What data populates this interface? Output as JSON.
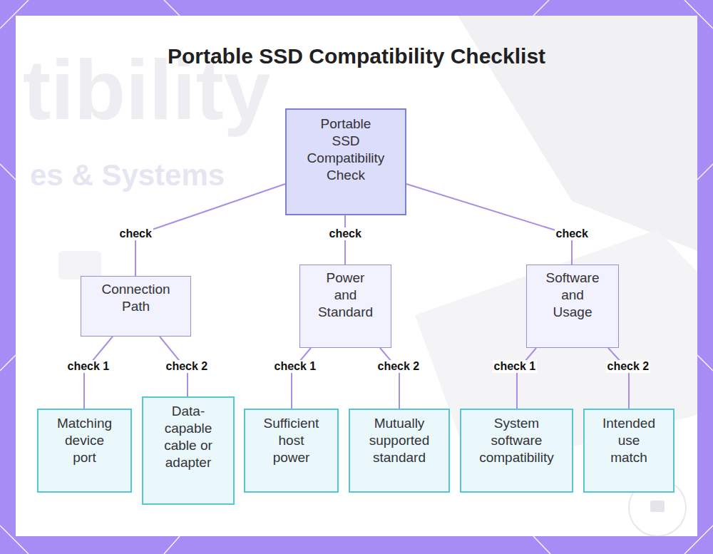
{
  "diagram": {
    "title": "Portable SSD Compatibility Checklist",
    "nodes": [
      {
        "text": [
          "Portable SSD Compatibility Check"
        ]
      },
      {
        "text": [
          "Connection Path"
        ]
      },
      {
        "text": [
          "Power and Standard"
        ]
      },
      {
        "text": [
          "Software and Usage"
        ]
      },
      {
        "text": [
          "Matching device port"
        ]
      },
      {
        "text": [
          "Data-capable cable or adapter"
        ]
      },
      {
        "text": [
          "Sufficient host power"
        ]
      },
      {
        "text": [
          "Mutually supported standard"
        ]
      },
      {
        "text": [
          "System software compatibility"
        ]
      },
      {
        "text": [
          "Intended use match"
        ]
      }
    ],
    "edges": [
      {
        "from": 0,
        "to": 1,
        "label": "check",
        "arrow": "none"
      },
      {
        "from": 0,
        "to": 2,
        "label": "check",
        "arrow": "none"
      },
      {
        "from": 0,
        "to": 3,
        "label": "check",
        "arrow": "none"
      },
      {
        "from": 1,
        "to": 4,
        "label": "check 1",
        "arrow": "none"
      },
      {
        "from": 1,
        "to": 5,
        "label": "check 2",
        "arrow": "none"
      },
      {
        "from": 2,
        "to": 6,
        "label": "check 1",
        "arrow": "none"
      },
      {
        "from": 2,
        "to": 7,
        "label": "check 2",
        "arrow": "none"
      },
      {
        "from": 3,
        "to": 8,
        "label": "check 1",
        "arrow": "none"
      },
      {
        "from": 3,
        "to": 9,
        "label": "check 2",
        "arrow": "none"
      }
    ],
    "labels": [
      "tibility",
      "es & Systems"
    ]
  }
}
